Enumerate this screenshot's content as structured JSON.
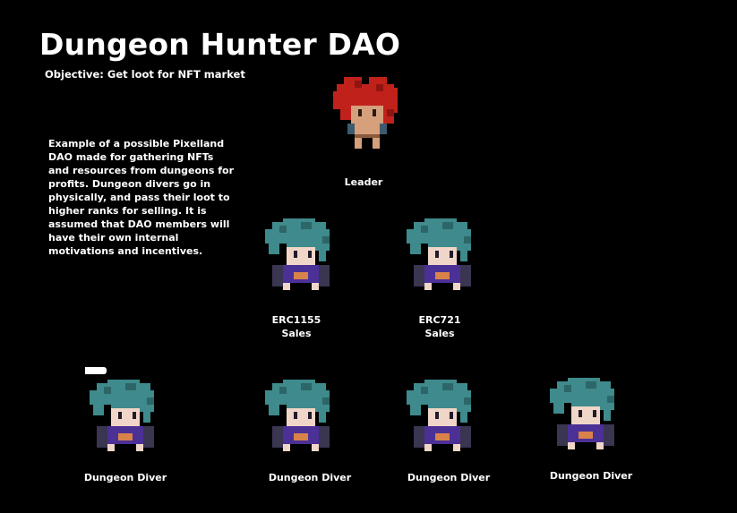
{
  "title": "Dungeon Hunter DAO",
  "objective": "Objective: Get loot for NFT market",
  "description": "Example of a possible Pixelland DAO made for gathering NFTs and resources from dungeons for profits.  Dungeon divers go in physically, and pass their loot to higher ranks for selling.  It is assumed that DAO members will have their own internal motivations and incentives.",
  "members": {
    "leader": {
      "label": "Leader",
      "icon": "red-haired-leader-sprite"
    },
    "sales": [
      {
        "line1": "ERC1155",
        "line2": "Sales",
        "icon": "teal-haired-character-sprite"
      },
      {
        "line1": "ERC721",
        "line2": "Sales",
        "icon": "teal-haired-character-sprite"
      }
    ],
    "divers": [
      {
        "label": "Dungeon Diver",
        "icon": "teal-haired-character-sprite"
      },
      {
        "label": "Dungeon Diver",
        "icon": "teal-haired-character-sprite"
      },
      {
        "label": "Dungeon Diver",
        "icon": "teal-haired-character-sprite"
      },
      {
        "label": "Dungeon Diver",
        "icon": "teal-haired-character-sprite"
      }
    ]
  },
  "colors": {
    "background": "#000000",
    "text": "#ffffff",
    "leader_hair": "#c0221b",
    "member_hair": "#3f8a8c",
    "member_shirt": "#4b3096",
    "member_belt": "#d9824a"
  }
}
